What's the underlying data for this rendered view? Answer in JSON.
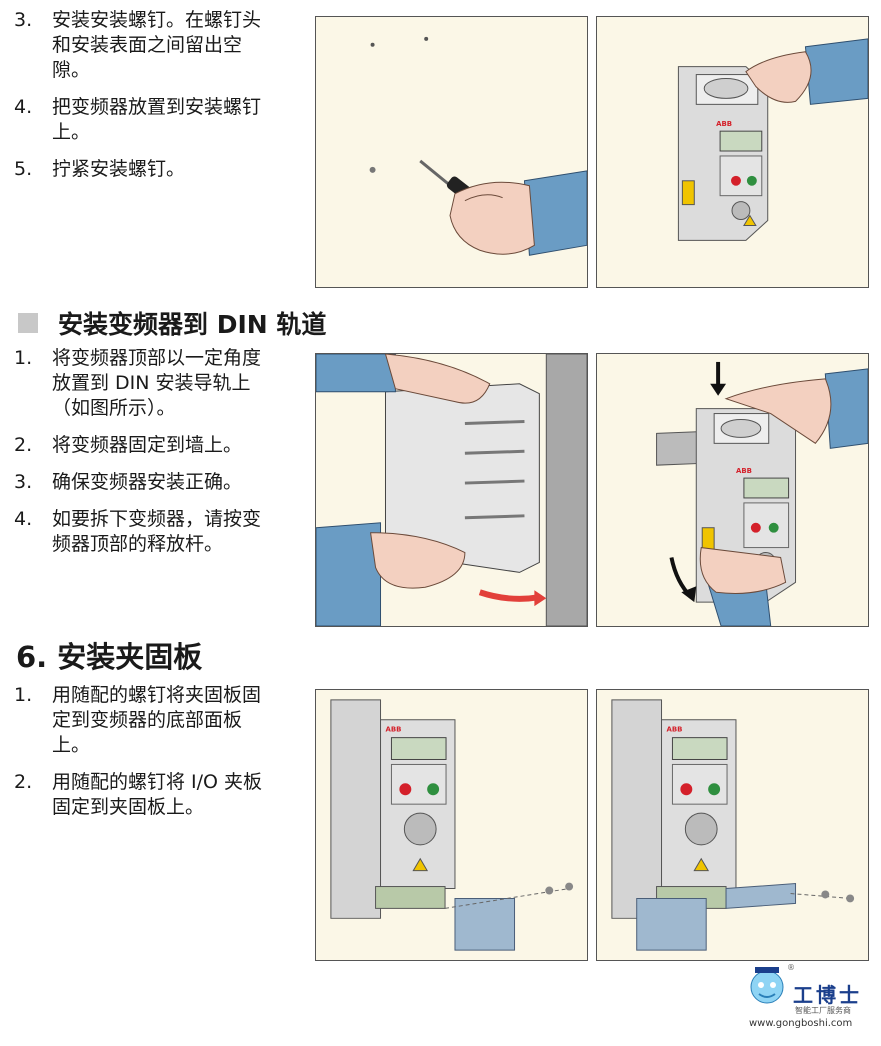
{
  "section_screws": {
    "steps": [
      {
        "num": "3.",
        "lines": [
          "安装安装螺钉。在螺钉头",
          "和安装表面之间留出空",
          "隙。"
        ]
      },
      {
        "num": "4.",
        "lines": [
          "把变频器放置到安装螺钉",
          "上。"
        ]
      },
      {
        "num": "5.",
        "lines": [
          "拧紧安装螺钉。"
        ]
      }
    ]
  },
  "section_din": {
    "title": "安装变频器到 DIN 轨道",
    "steps": [
      {
        "num": "1.",
        "lines": [
          "将变频器顶部以一定角度",
          "放置到 DIN 安装导轨上",
          "（如图所示）。"
        ]
      },
      {
        "num": "2.",
        "lines": [
          "将变频器固定到墙上。"
        ]
      },
      {
        "num": "3.",
        "lines": [
          "确保变频器安装正确。"
        ]
      },
      {
        "num": "4.",
        "lines": [
          "如要拆下变频器，请按变",
          "频器顶部的释放杆。"
        ]
      }
    ]
  },
  "section_clamp": {
    "title": "6. 安装夹固板",
    "steps": [
      {
        "num": "1.",
        "lines": [
          "用随配的螺钉将夹固板固",
          "定到变频器的底部面板",
          "上。"
        ]
      },
      {
        "num": "2.",
        "lines": [
          "用随配的螺钉将 I/O 夹板",
          "固定到夹固板上。"
        ]
      }
    ]
  },
  "drive_labels": {
    "brand": "ABB"
  },
  "watermark": {
    "brand": "工博士",
    "slogan": "智能工厂服务商",
    "url": "www.gongboshi.com",
    "reg": "®"
  },
  "colors": {
    "panel_bg": "#fbf7e7",
    "sleeve": "#6a9cc4",
    "skin": "#f3d0c0",
    "drive": "#dcdcdc",
    "abb_red": "#d4202a",
    "warn_yellow": "#f0c400"
  }
}
